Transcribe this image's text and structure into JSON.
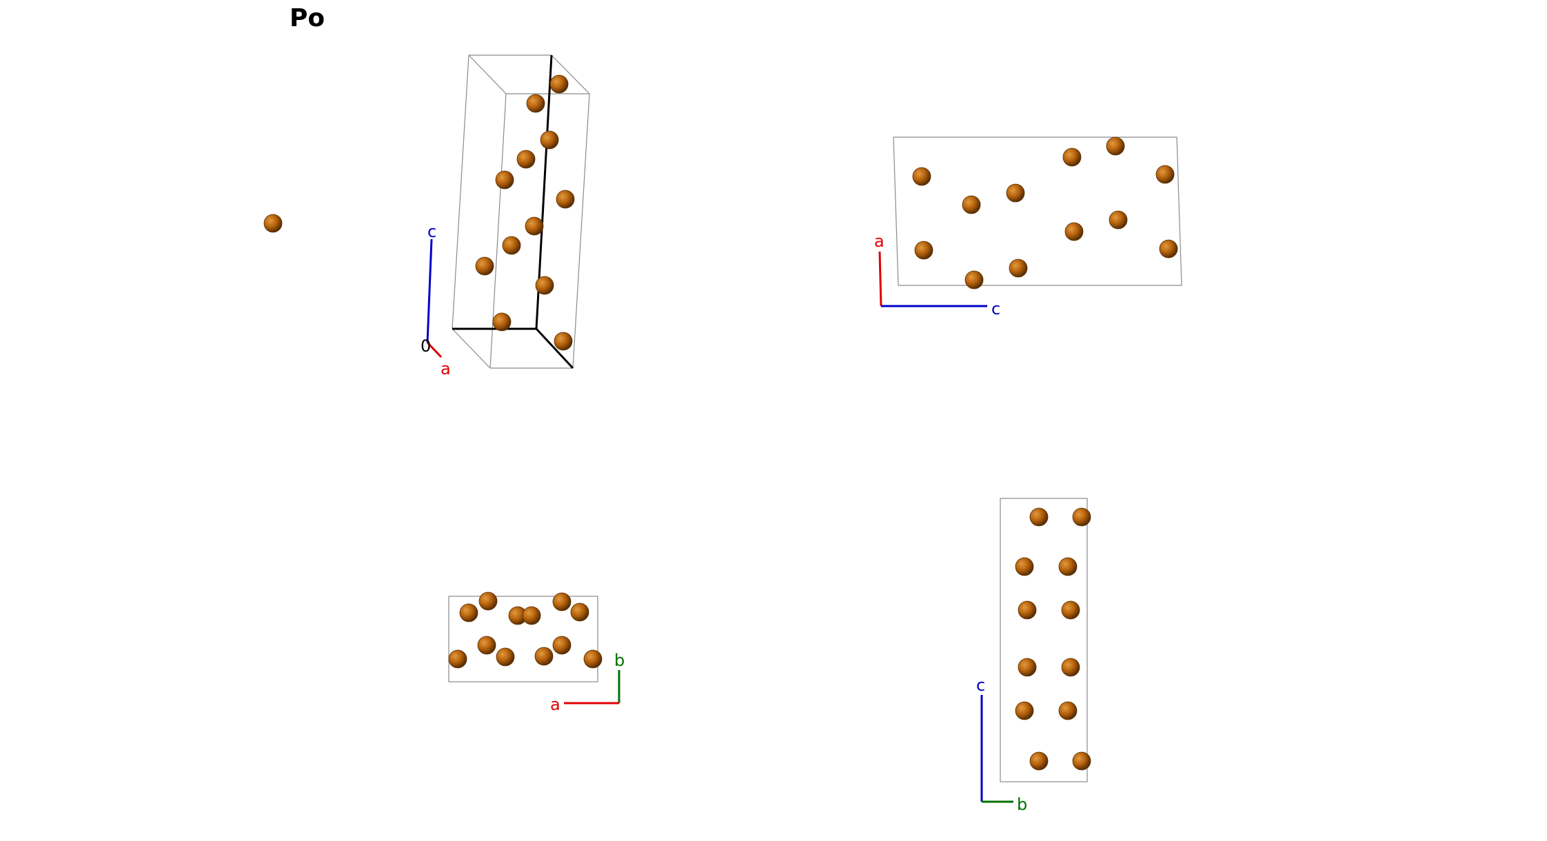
{
  "formula": "Po",
  "colors": {
    "atom": "#b4600b",
    "atom_highlight": "#e39a3e",
    "atom_shadow": "#5a2f03",
    "cell_edge": "#8a8a8a",
    "axis_a": "#e00000",
    "axis_b": "#007000",
    "axis_c": "#0000c8",
    "origin": "#000000"
  },
  "views": {
    "perspective": {
      "axes": {
        "a": "a",
        "c": "c",
        "origin": "0"
      }
    },
    "a_c_projection": {
      "axes": {
        "a": "a",
        "c": "c"
      }
    },
    "a_b_projection": {
      "axes": {
        "a": "a",
        "b": "b"
      }
    },
    "b_c_projection": {
      "axes": {
        "b": "b",
        "c": "c"
      }
    }
  }
}
